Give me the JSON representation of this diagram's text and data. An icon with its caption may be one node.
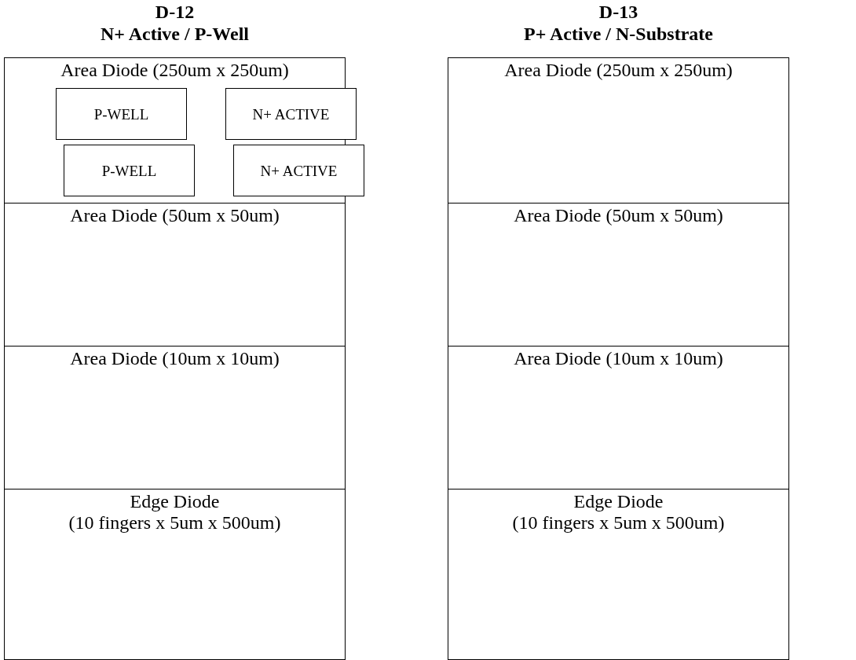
{
  "diagram": {
    "nodes": [
      {
        "text": [
          "Area Diode (250um x 250um)"
        ]
      },
      {
        "text": [
          "P-WELL"
        ],
        "in": 0
      },
      {
        "text": [
          "P-WELL"
        ],
        "in": 0
      },
      {
        "text": [
          "N+ ACTIVE"
        ],
        "in": 0
      },
      {
        "text": [
          "N+ ACTIVE"
        ],
        "in": 0
      },
      {
        "text": [
          "Area Diode (250um x 250um)"
        ]
      },
      {
        "text": [
          "Area Diode (50um x 50um)"
        ]
      },
      {
        "text": [
          "Area Diode (50um x 50um)"
        ]
      },
      {
        "text": [
          "Area Diode (10um x 10um)"
        ]
      },
      {
        "text": [
          "Area Diode (10um x 10um)"
        ]
      },
      {
        "text": [
          "Edge Diode",
          "(10 fingers x 5um x 500um)"
        ]
      },
      {
        "text": [
          "Edge Diode",
          "(10 fingers x 5um x 500um)"
        ]
      }
    ],
    "edges": [],
    "labels": [
      "D-12",
      "N+ Active / P-Well",
      "D-13",
      "P+ Active / N-Substrate"
    ]
  }
}
